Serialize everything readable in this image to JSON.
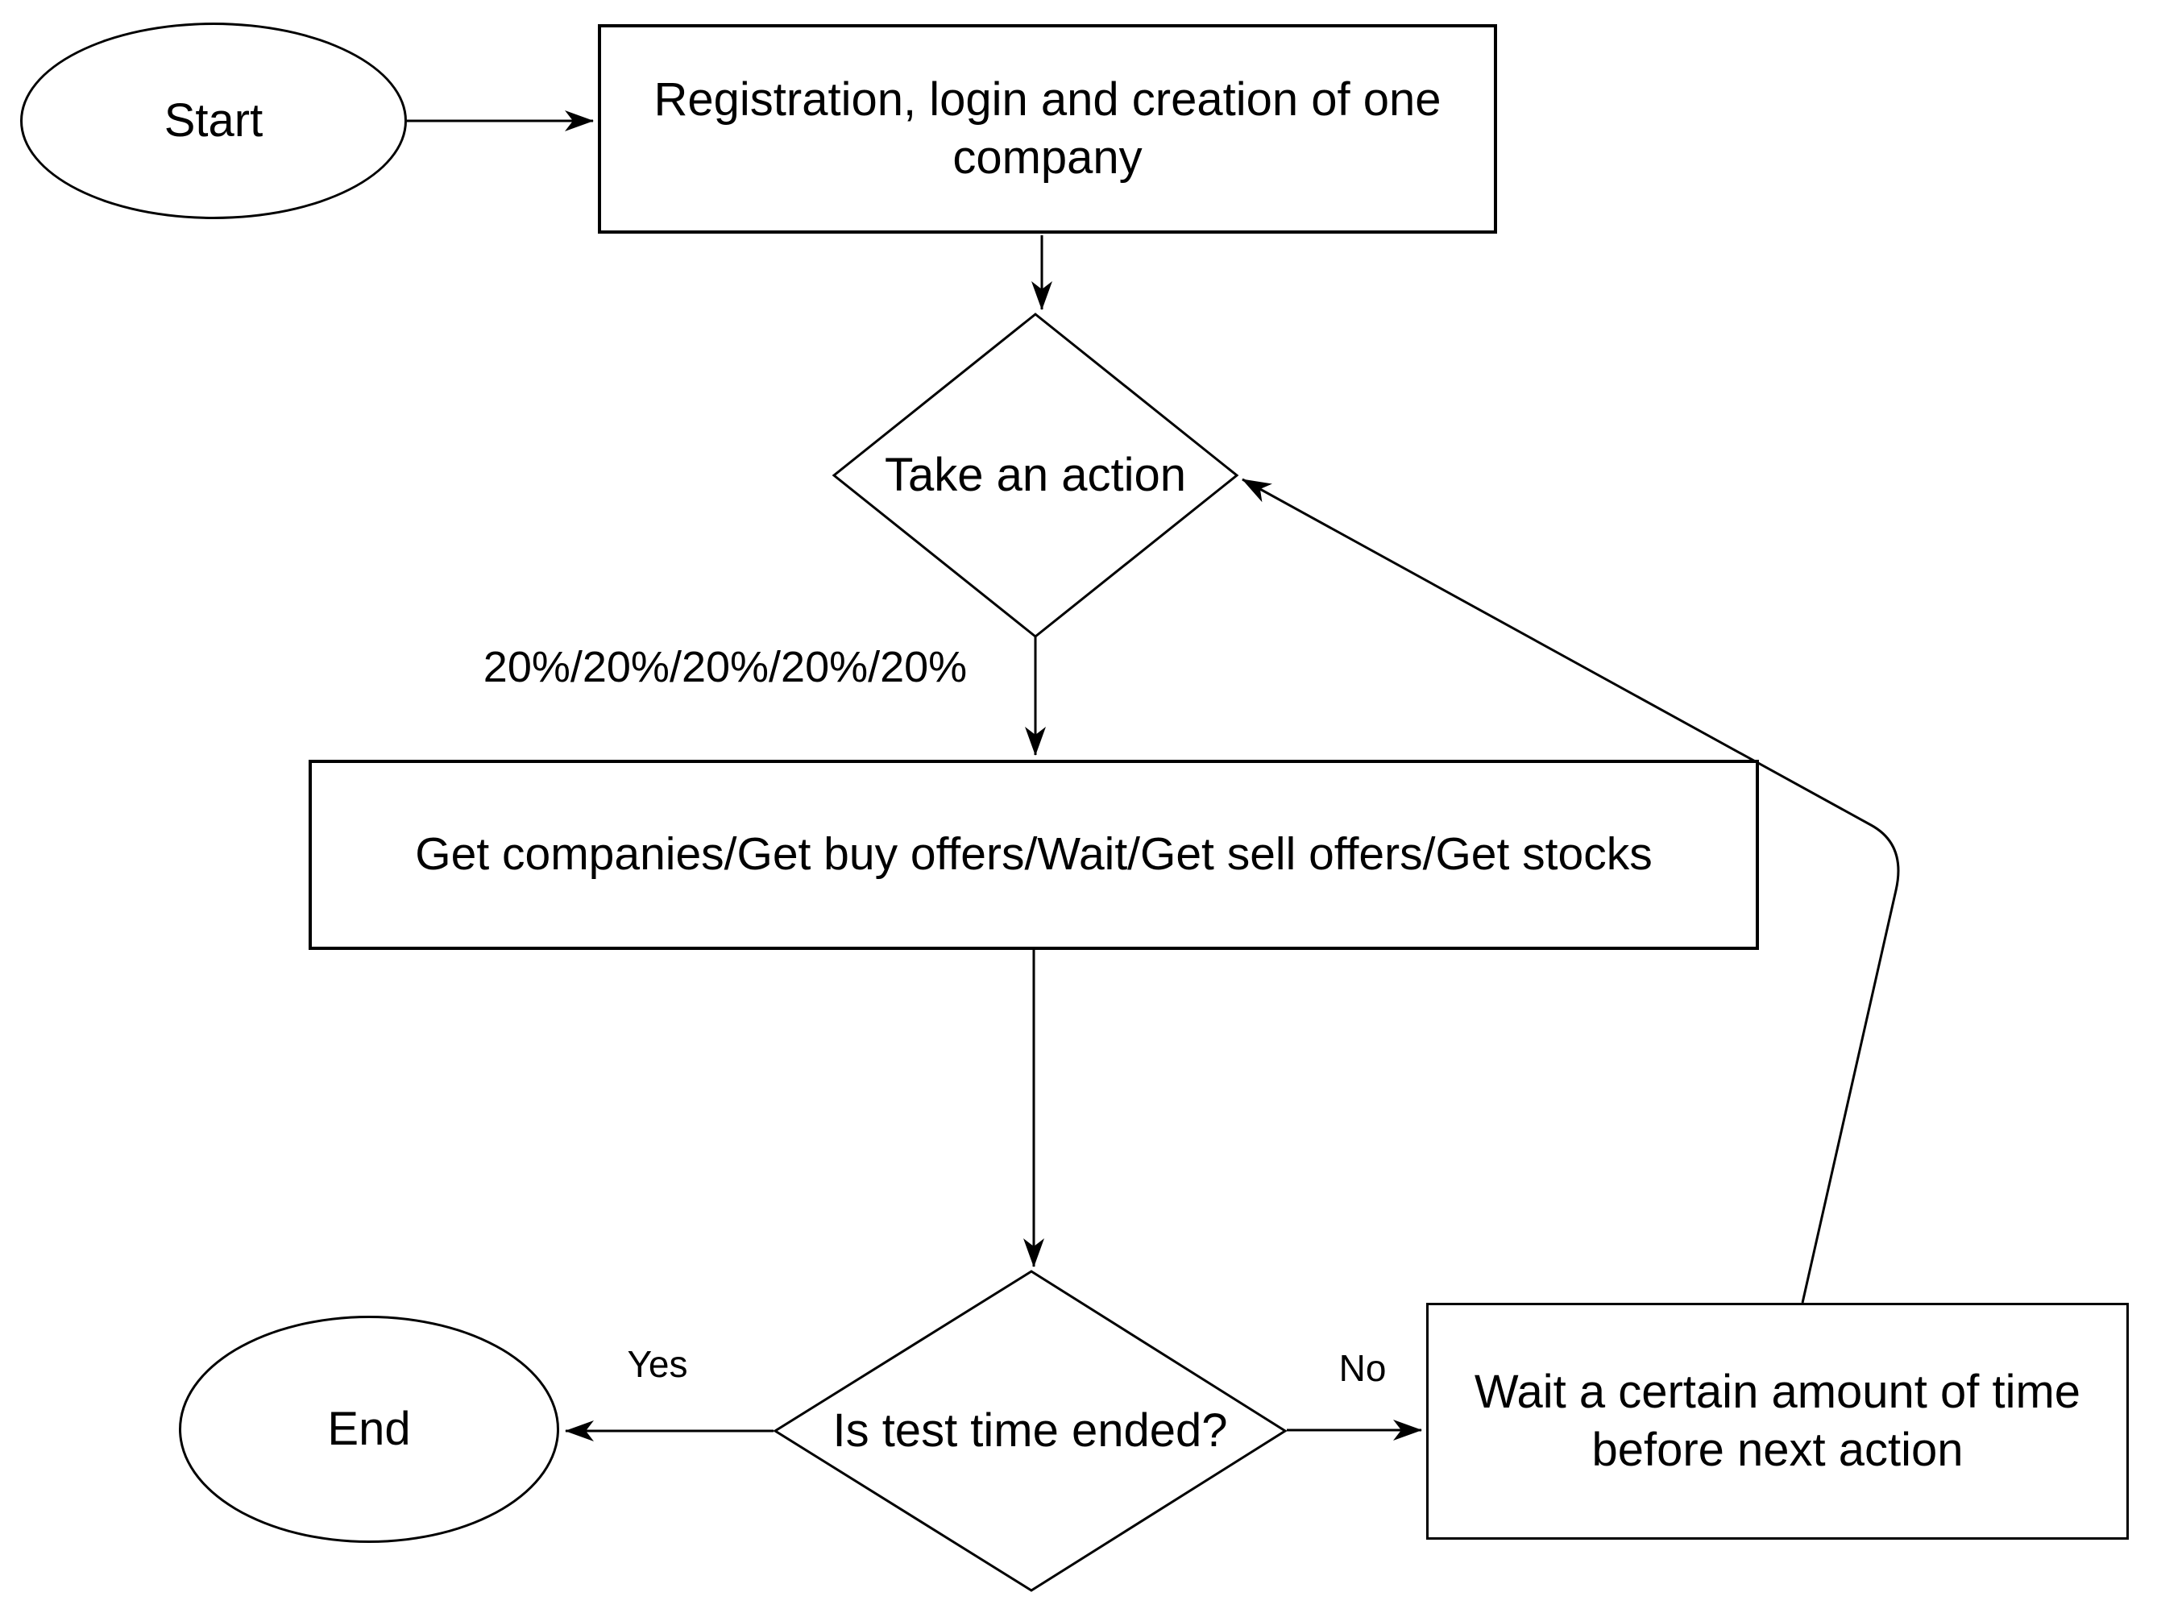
{
  "diagram": {
    "colors": {
      "stroke": "#000000",
      "fill": "#ffffff",
      "text": "#000000"
    },
    "nodes": {
      "start": {
        "type": "terminator",
        "label": "Start"
      },
      "registration": {
        "type": "process",
        "line1": "Registration, login and creation of one",
        "line2": "company"
      },
      "take_action": {
        "type": "decision",
        "label": "Take an action"
      },
      "actions": {
        "type": "process",
        "label": "Get companies/Get buy offers/Wait/Get sell offers/Get stocks"
      },
      "test_time": {
        "type": "decision",
        "label": "Is test time ended?"
      },
      "end": {
        "type": "terminator",
        "label": "End"
      },
      "wait": {
        "type": "process",
        "line1": "Wait a certain amount of time",
        "line2": "before next action"
      }
    },
    "edge_labels": {
      "probabilities": "20%/20%/20%/20%/20%",
      "yes": "Yes",
      "no": "No"
    }
  }
}
